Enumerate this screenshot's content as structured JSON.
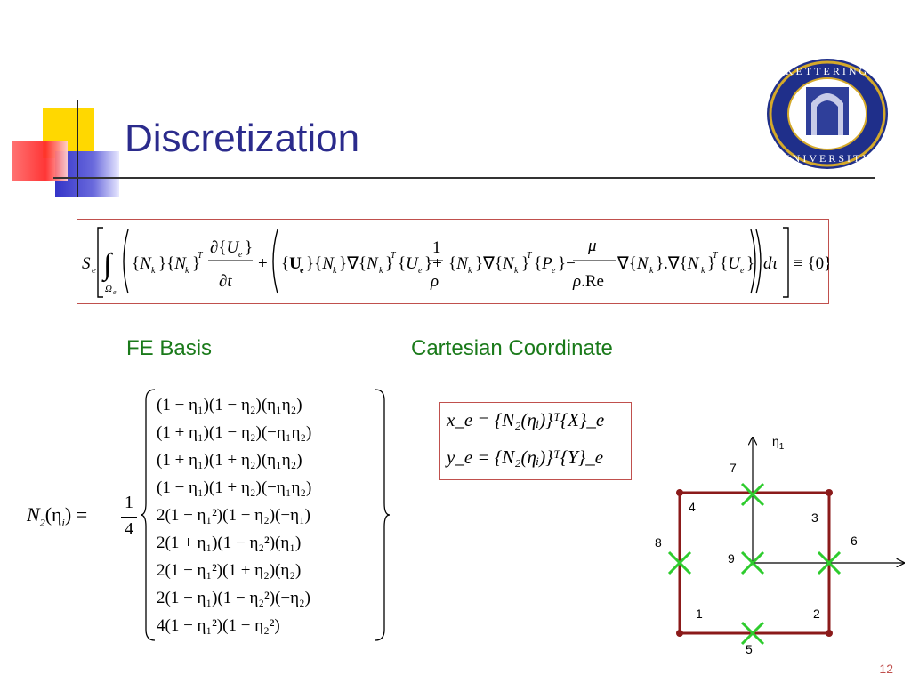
{
  "slide": {
    "title": "Discretization",
    "page_number": "12",
    "logo_text": "KETTERING UNIVERSITY"
  },
  "main_equation": {
    "lhs": "S",
    "lhs_sub": "e",
    "integral_domain": "Ω",
    "integral_domain_sub": "e",
    "terms": "{N_k}{N_k}^T ∂{U_e}/∂t + ( {U_e}{N_k}∇{N_k}^T{U_e} + 1/ρ {N_k}∇{N_k}^T{P_e} − μ/(ρ.Re) ∇{N_k}.∇{N_k}^T{U_e} ) dτ ≡ {0}",
    "rhs": "≡ {0}",
    "time_deriv_num": "∂{U",
    "time_deriv_den": "∂t",
    "frac1_num": "1",
    "frac1_den": "ρ",
    "frac2_num": "μ",
    "frac2_den": "ρ.Re",
    "d_tau": "dτ"
  },
  "fe_basis": {
    "label": "FE Basis",
    "lhs": "N",
    "lhs_sub": "2",
    "lhs_arg": "(η",
    "lhs_arg_sub": "i",
    "lhs_arg_close": ") =",
    "coef_num": "1",
    "coef_den": "4",
    "rows": [
      "(1 − η₁)(1 − η₂)(η₁η₂)",
      "(1 + η₁)(1 − η₂)(−η₁η₂)",
      "(1 + η₁)(1 + η₂)(η₁η₂)",
      "(1 − η₁)(1 + η₂)(−η₁η₂)",
      "2(1 − η₁²)(1 − η₂)(−η₁)",
      "2(1 + η₁)(1 − η₂²)(η₁)",
      "2(1 − η₁²)(1 + η₂)(η₂)",
      "2(1 − η₁)(1 − η₂²)(−η₂)",
      "4(1 − η₁²)(1 − η₂²)"
    ]
  },
  "cartesian": {
    "label": "Cartesian Coordinate",
    "eq_x": "x_e = {N₂(ηᵢ)}ᵀ{X}_e",
    "eq_y": "y_e = {N₂(ηᵢ)}ᵀ{Y}_e"
  },
  "element_diagram": {
    "axis_label": "η",
    "axis_label_sub": "1",
    "nodes": [
      "1",
      "2",
      "3",
      "4",
      "5",
      "6",
      "7",
      "8",
      "9"
    ],
    "colors": {
      "edge": "#8b1a1a",
      "cross": "#2ecc2e",
      "corner": "#8b1a1a",
      "axis": "#000000"
    }
  }
}
